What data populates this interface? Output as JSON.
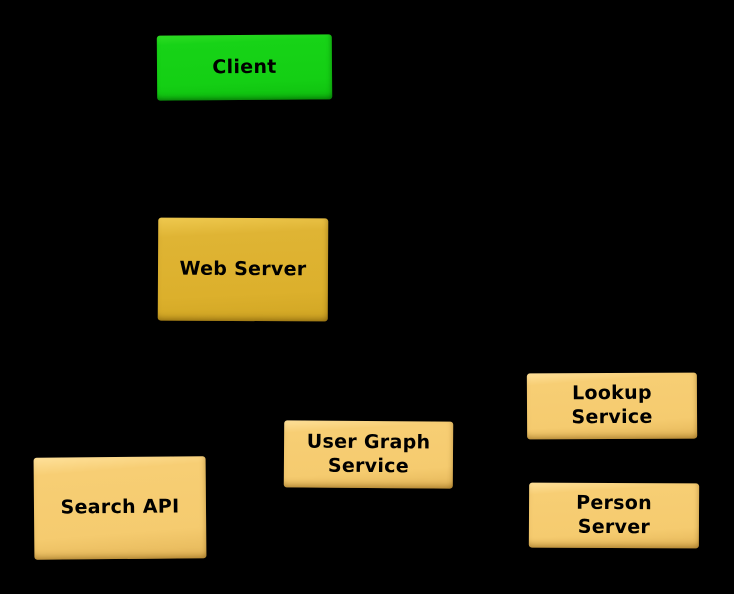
{
  "diagram": {
    "type": "architecture-diagram",
    "background_color": "#000000",
    "text_color": "#000000",
    "colors": {
      "client_fill": "#17D317",
      "web_server_fill": "#DFB434",
      "service_fill": "#F7CE74"
    },
    "nodes": {
      "client": {
        "label": "Client",
        "fill": "#17D317"
      },
      "web_server": {
        "label": "Web Server",
        "fill": "#DFB434"
      },
      "search_api": {
        "label": "Search API",
        "fill": "#F7CE74"
      },
      "user_graph_service": {
        "label": "User Graph\nService",
        "fill": "#F7CE74"
      },
      "lookup_service": {
        "label": "Lookup\nService",
        "fill": "#F7CE74"
      },
      "person_server": {
        "label": "Person\nServer",
        "fill": "#F7CE74"
      }
    }
  }
}
